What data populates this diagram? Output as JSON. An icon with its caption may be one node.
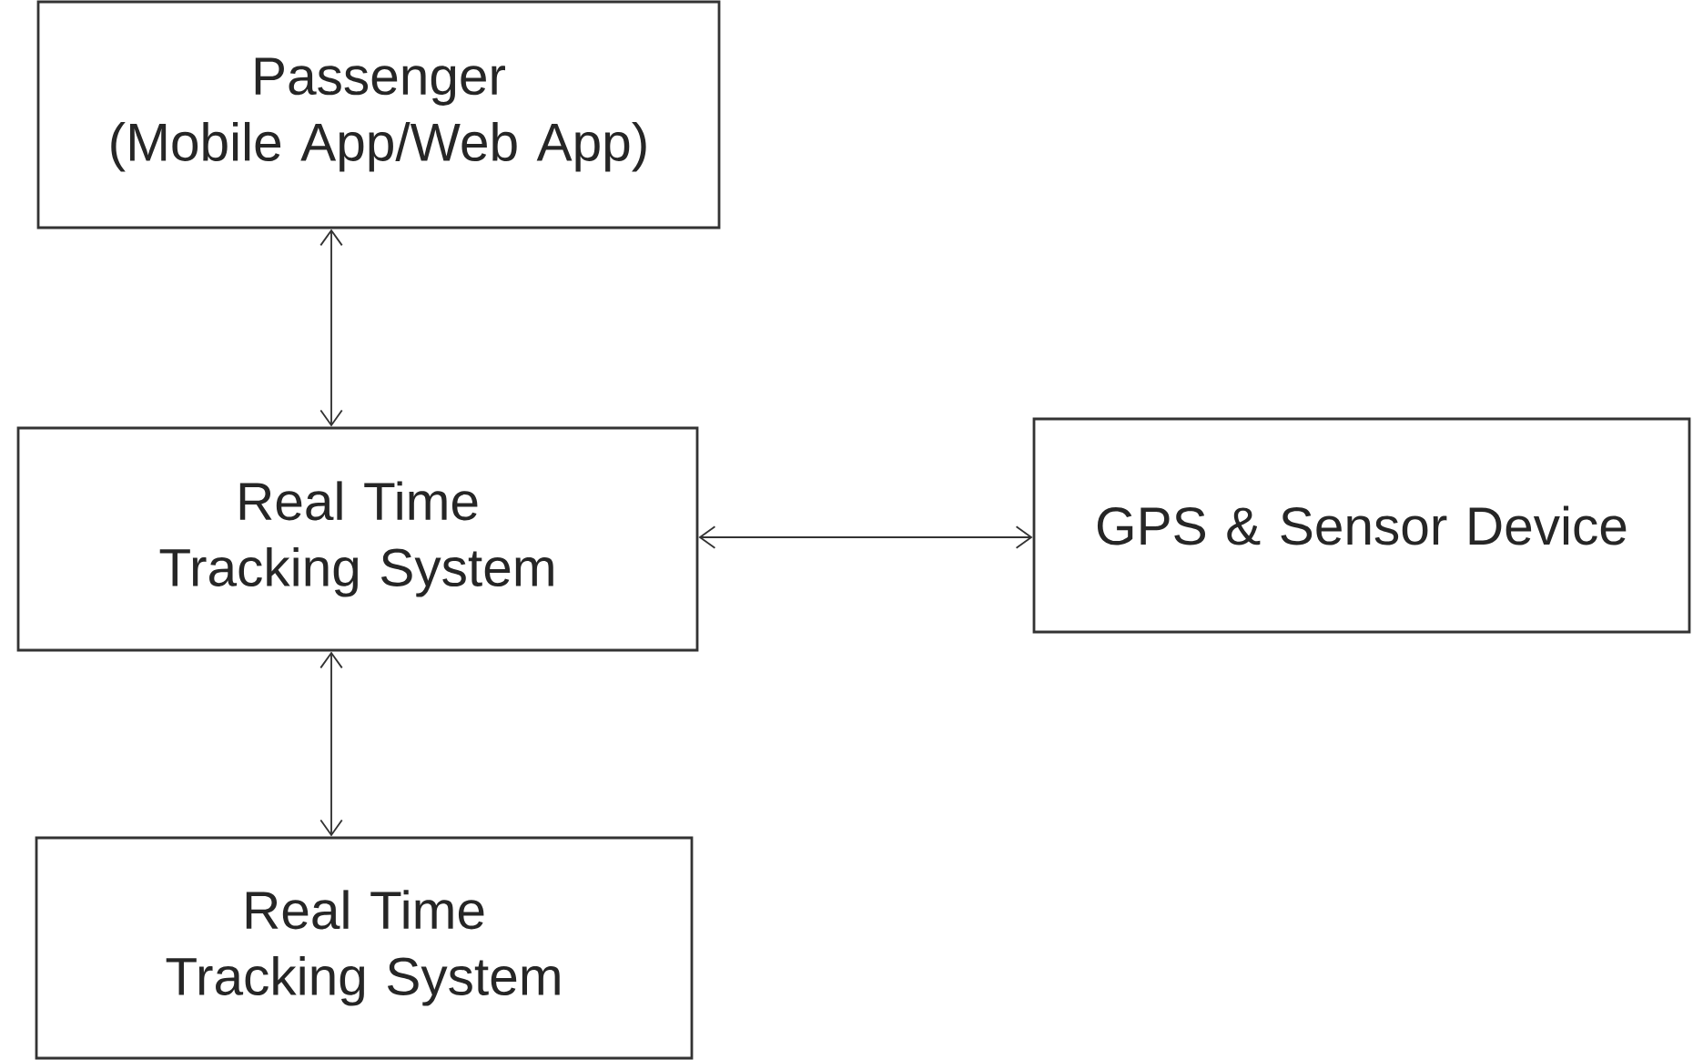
{
  "diagram": {
    "nodes": [
      {
        "text": [
          "Passenger",
          "(Mobile App/Web App)"
        ]
      },
      {
        "text": [
          "Real Time Tracking System"
        ]
      },
      {
        "text": [
          "GPS & Sensor Device"
        ]
      },
      {
        "text": [
          "Real Time Tracking System"
        ]
      }
    ],
    "edges": [
      {
        "from": 0,
        "to": 1,
        "arrow": "both"
      },
      {
        "from": 1,
        "to": 2,
        "arrow": "both"
      },
      {
        "from": 1,
        "to": 3,
        "arrow": "both"
      }
    ]
  }
}
